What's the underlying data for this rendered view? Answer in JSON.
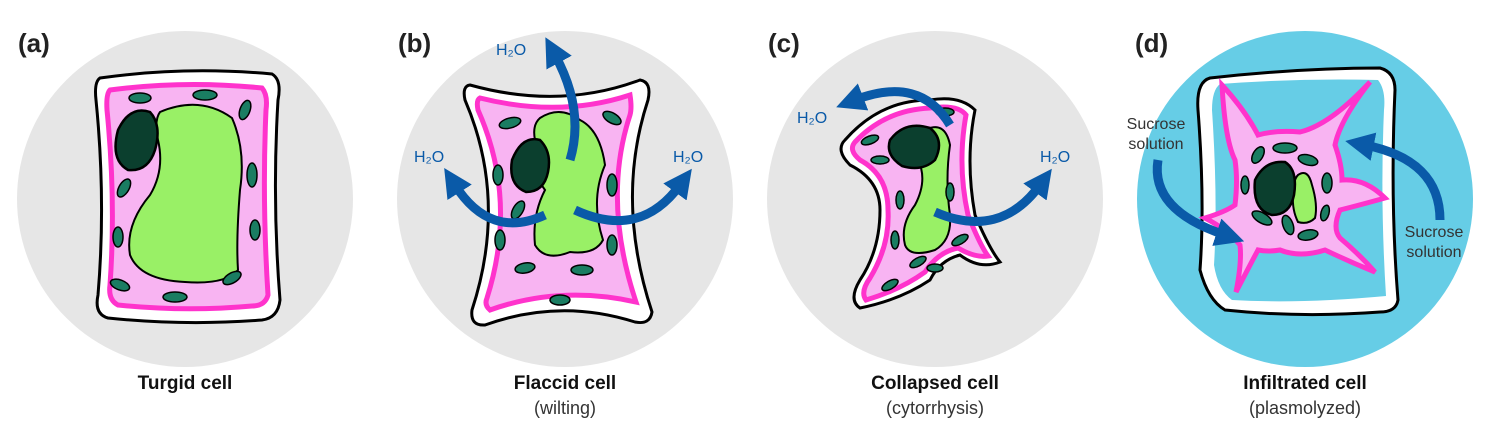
{
  "colors": {
    "background_circle": "#e6e6e6",
    "solution": "#66cde6",
    "membrane": "#ff33cc",
    "cytoplasm": "#f8b4f2",
    "vacuole": "#99f066",
    "nucleus": "#0b3f2e",
    "chloroplast": "#1a7d62",
    "arrow": "#0a5aa8"
  },
  "panels": [
    {
      "label": "(a)",
      "title": "Turgid cell",
      "subtitle": ""
    },
    {
      "label": "(b)",
      "title": "Flaccid cell",
      "subtitle": "(wilting)"
    },
    {
      "label": "(c)",
      "title": "Collapsed cell",
      "subtitle": "(cytorrhysis)"
    },
    {
      "label": "(d)",
      "title": "Infiltrated cell",
      "subtitle": "(plasmolyzed)"
    }
  ],
  "annotations": {
    "water": "H₂O",
    "sucrose_line1": "Sucrose",
    "sucrose_line2": "solution"
  }
}
